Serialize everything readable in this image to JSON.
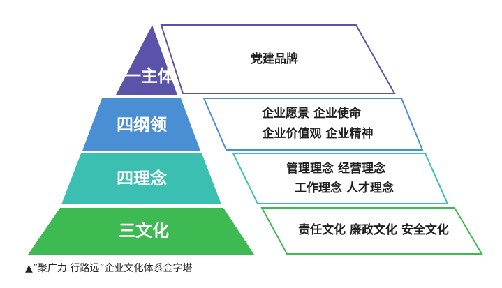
{
  "pyramid": {
    "tiers": [
      {
        "label": "一主体",
        "lines": [
          "党建品牌"
        ],
        "fill": "#5b53a9",
        "stroke": "#5b53a9"
      },
      {
        "label": "四纲领",
        "lines": [
          "企业愿景  企业使命",
          "企业价值观  企业精神"
        ],
        "fill": "#4a8fd4",
        "stroke": "#4a8fd4"
      },
      {
        "label": "四理念",
        "lines": [
          "管理理念  经营理念",
          "工作理念  人才理念"
        ],
        "fill": "#3bbfb0",
        "stroke": "#3bbfb0"
      },
      {
        "label": "三文化",
        "lines": [
          "责任文化  廉政文化  安全文化"
        ],
        "fill": "#3dbb52",
        "stroke": "#3dbb52"
      }
    ]
  },
  "caption": "▲“聚广力 行路远”企业文化体系金字塔"
}
